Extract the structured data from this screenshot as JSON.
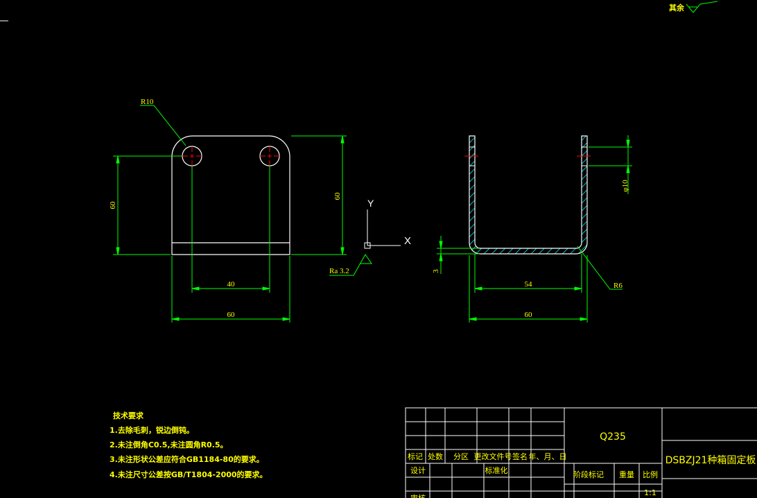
{
  "colors": {
    "background": "#000000",
    "outline": "#ffffff",
    "dimension": "#00ff00",
    "text": "#ffff00",
    "center_mark": "#ff0000",
    "hatch": "#00ffff",
    "ucs": "#ffffff"
  },
  "top_right": {
    "label": "其余",
    "value": ""
  },
  "front_view": {
    "radius_label": "R10",
    "height_60_left": "60",
    "height_60_right": "60",
    "width_40": "40",
    "width_60": "60",
    "roughness": "Ra 3.2"
  },
  "ucs": {
    "x": "X",
    "y": "Y"
  },
  "side_view": {
    "hole_label": "φ10",
    "thickness": "3",
    "inner_width": "54",
    "outer_width": "60",
    "radius": "R6"
  },
  "tech_requirements": {
    "title": "技术要求",
    "items": [
      "1.去除毛刺，锐边倒钝。",
      "2.未注倒角C0.5,未注圆角R0.5。",
      "3.未注形状公差应符合GB1184-80的要求。",
      "4.未注尺寸公差按GB/T1804-2000的要求。"
    ]
  },
  "title_block": {
    "material": "Q235",
    "drawing_name": "DSBZJ21种箱固定板",
    "headers": [
      "标记",
      "处数",
      "分区",
      "更改文件号",
      "签名",
      "年、月、日"
    ],
    "design": "设计",
    "standardization": "标准化",
    "stage_mark": "阶段标记",
    "weight": "重量",
    "scale_label": "比例",
    "scale_value": "1:1",
    "review": "审核"
  }
}
